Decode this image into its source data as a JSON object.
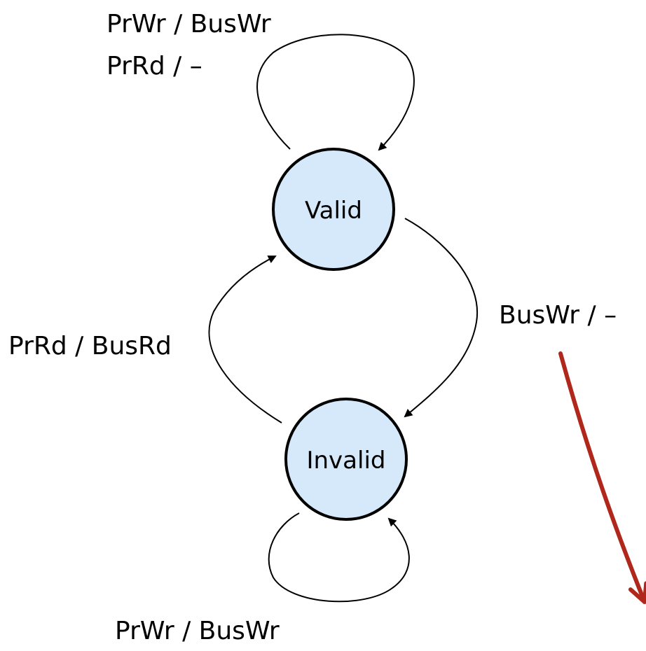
{
  "diagram": {
    "type": "state-machine",
    "states": {
      "valid": {
        "label": "Valid"
      },
      "invalid": {
        "label": "Invalid"
      }
    },
    "transitions": {
      "valid_self_top": {
        "label_line1": "PrWr / BusWr",
        "label_line2": "PrRd / –"
      },
      "invalid_to_valid": {
        "label": "PrRd / BusRd"
      },
      "valid_to_invalid": {
        "label": "BusWr / –"
      },
      "invalid_self_bottom": {
        "label": "PrWr / BusWr"
      }
    },
    "colors": {
      "state_fill": "#d5e9fb",
      "state_stroke": "#000000",
      "annotation_arrow": "#b0281c"
    }
  }
}
